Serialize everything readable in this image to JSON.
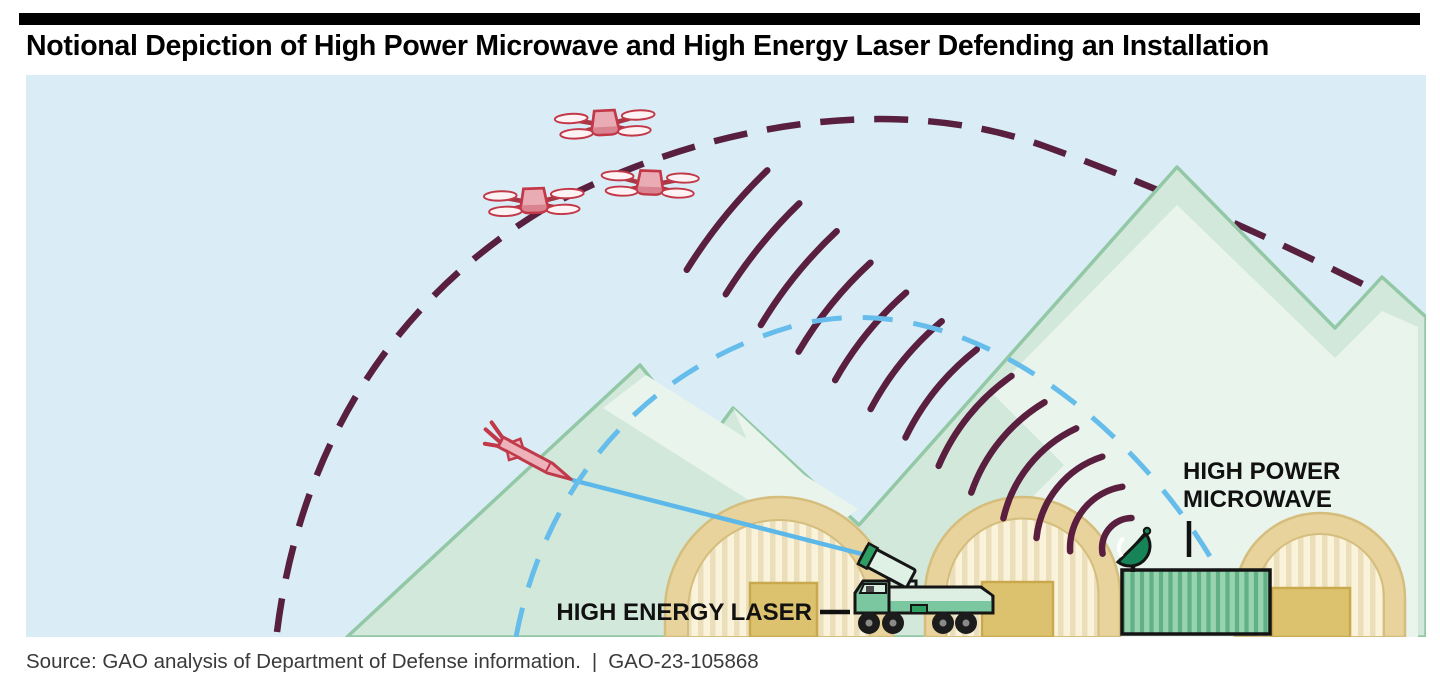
{
  "header": {
    "title": "Notional Depiction of High Power Microwave and High Energy Laser Defending an Installation",
    "bar_color": "#000000"
  },
  "scene": {
    "labels": {
      "high_power_microwave_line1": "HIGH POWER",
      "high_power_microwave_line2": "MICROWAVE",
      "high_energy_laser": "HIGH ENERGY LASER"
    },
    "elements": {
      "attack_drones": 3,
      "cruise_missiles": 1,
      "aircraft_shelters": 3,
      "laser_vehicles": 1,
      "microwave_dish_units": 1,
      "microwave_wave_arcs": 13
    },
    "colors": {
      "sky": "#daedf6",
      "mountain_fill": "#d2e8da",
      "mountain_outline": "#93c8a6",
      "mountain_highlight": "#e9f4ed",
      "threat_red_outline": "#c23848",
      "threat_red_fill": "#eaacb4",
      "microwave_maroon": "#5a1f3e",
      "laser_blue": "#5cb8e9",
      "shelter_tan": "#e7d39b",
      "shelter_stripe_bg": "#faf3da",
      "shelter_stripe": "#eadfba",
      "shelter_door": "#dcc26e",
      "equipment_green": "#7ac7a0",
      "container_green": "#97d3ae",
      "dish_green": "#178457"
    }
  },
  "footer": {
    "source": "Source: GAO analysis of Department of Defense information.",
    "divider": "|",
    "report_number": "GAO-23-105868"
  }
}
